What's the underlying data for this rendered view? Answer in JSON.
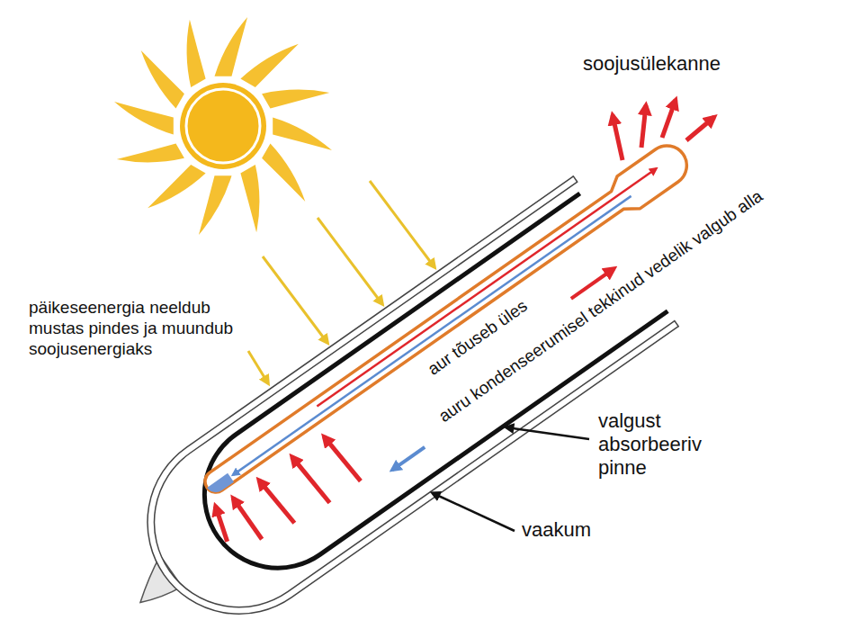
{
  "diagram": {
    "labels": [
      "soojusülekanne",
      "päikeseenergia neeldub mustas pindes ja muundub soojusenergiaks",
      "aur tõuseb üles",
      "auru kondenseerumisel tekkinud vedelik valgub alla",
      "valgust absorbeeriv pinne",
      "vaakum"
    ]
  }
}
